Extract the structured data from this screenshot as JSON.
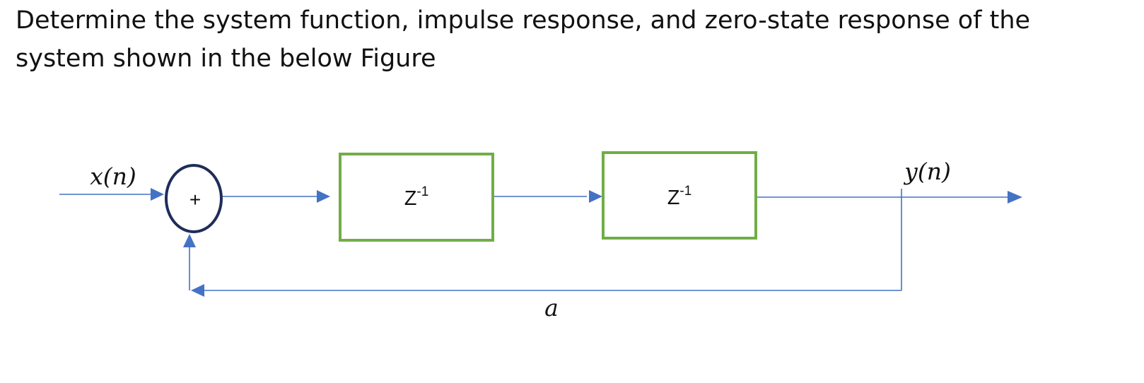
{
  "question": {
    "text": "Determine the system function, impulse response, and zero-state response of the system shown in the below Figure"
  },
  "diagram": {
    "input_label": "x(n)",
    "output_label": "y(n)",
    "adder_sign": "+",
    "delay_blocks": [
      {
        "base": "Z",
        "exponent": "-1"
      },
      {
        "base": "Z",
        "exponent": "-1"
      }
    ],
    "feedback_gain": "a"
  },
  "colors": {
    "signal_line": "#4472C4",
    "delay_box_border": "#70AD47",
    "adder_border": "#1F2D5A",
    "text": "#111111"
  }
}
